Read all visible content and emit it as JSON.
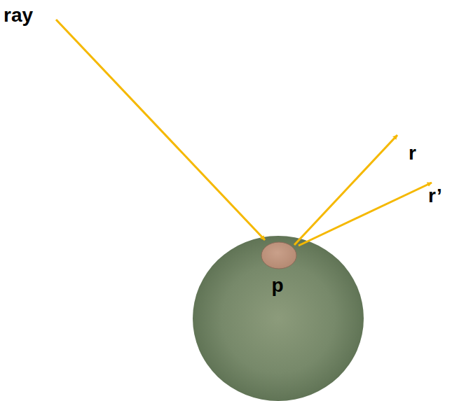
{
  "diagram": {
    "labels": [
      "ray",
      "p",
      "r",
      "r’"
    ]
  }
}
